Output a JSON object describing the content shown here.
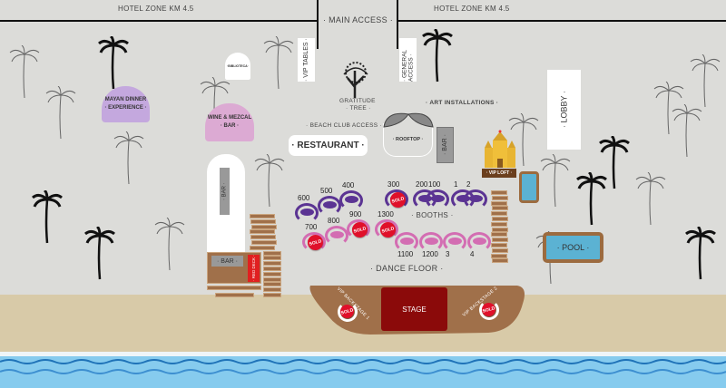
{
  "header": {
    "left_zone": "HOTEL ZONE KM 4.5",
    "main_access": "· MAIN ACCESS ·",
    "right_zone": "HOTEL ZONE KM 4.5"
  },
  "areas": {
    "mayan_dinner_1": "MAYAN DINNER",
    "mayan_dinner_2": "· EXPERIENCE ·",
    "biblioteca": "·BIBLIOTECA·",
    "wine_mezcal_1": "WINE & MEZCAL",
    "wine_mezcal_2": "· BAR ·",
    "vip_tables": "· VIP TABLES ·",
    "general_access": "· GENERAL ACCESS ·",
    "gratitude_tree_1": "GRATITUDE",
    "gratitude_tree_2": "· TREE ·",
    "art_installations": "· ART INSTALLATIONS ·",
    "beach_club_access": "· BEACH CLUB ACCESS ·",
    "restaurant": "· RESTAURANT ·",
    "rooftop": "· ROOFTOP ·",
    "bar_center": "· BAR ·",
    "lobby": "· LOBBY ·",
    "vip_loft": "· VIP LOFT ·",
    "pool": "· POOL ·",
    "bar_left_vertical": "· BAR ·",
    "bar_left": "· BAR ·",
    "red_deck": "· RED DECK ·",
    "booths": "· BOOTHS ·",
    "dance_floor": "· DANCE FLOOR ·",
    "stage": "STAGE",
    "vip_backstage_1": "VIP BACKSTAGE 1",
    "vip_backstage_2": "VIP BACKSTAGE 2"
  },
  "sold_label": "SOLD",
  "booth_colors": {
    "upper": "#5b3493",
    "lower": "#d36db2"
  },
  "booths": [
    {
      "label": "600",
      "tier": "upper",
      "sold": false
    },
    {
      "label": "500",
      "tier": "upper",
      "sold": false
    },
    {
      "label": "400",
      "tier": "upper",
      "sold": false
    },
    {
      "label": "300",
      "tier": "upper",
      "sold": true
    },
    {
      "label": "200",
      "tier": "upper",
      "sold": false
    },
    {
      "label": "100",
      "tier": "upper",
      "sold": false
    },
    {
      "label": "1",
      "tier": "upper",
      "sold": false
    },
    {
      "label": "2",
      "tier": "upper",
      "sold": false
    },
    {
      "label": "700",
      "tier": "lower",
      "sold": true
    },
    {
      "label": "800",
      "tier": "lower",
      "sold": false
    },
    {
      "label": "900",
      "tier": "lower",
      "sold": true
    },
    {
      "label": "1300",
      "tier": "lower",
      "sold": true
    },
    {
      "label": "1100",
      "tier": "lower",
      "sold": false
    },
    {
      "label": "1200",
      "tier": "lower",
      "sold": false
    },
    {
      "label": "3",
      "tier": "lower",
      "sold": false
    },
    {
      "label": "4",
      "tier": "lower",
      "sold": false
    }
  ]
}
